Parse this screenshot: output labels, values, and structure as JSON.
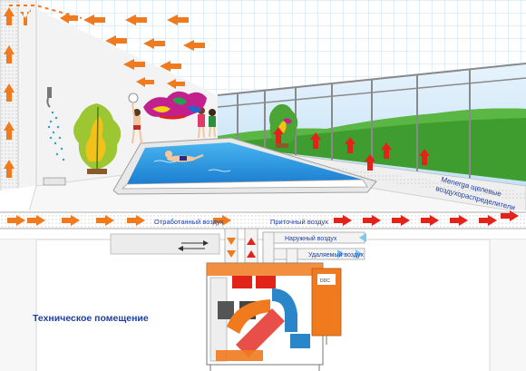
{
  "labels": {
    "exhaust_air": "Отработанный воздух",
    "supply_air": "Приточный воздух",
    "outdoor_air": "Наружный воздух",
    "removed_air": "Удаляемый воздух",
    "diffusers_line1": "Menerga щелевые",
    "diffusers_line2": "воздухораспределители",
    "tech_room": "Техническое помещение",
    "unit_panel": "DDC"
  },
  "colors": {
    "orange_flow": "#f07a1e",
    "red_flow": "#e2231a",
    "blue_flow": "#7ec8f0",
    "pool_water": "#2a9be0",
    "ceiling_grid": "#9fd0ef",
    "grass": "#3f9d2f",
    "sky": "#d8ecfa",
    "text_blue": "#1f3f9f"
  },
  "icons": {
    "shower": "shower-icon",
    "plant_left": "plant-icon",
    "plant_right": "plant-icon",
    "swimmer": "swimmer-figure",
    "children": "children-figures",
    "unit": "ventilation-unit"
  }
}
